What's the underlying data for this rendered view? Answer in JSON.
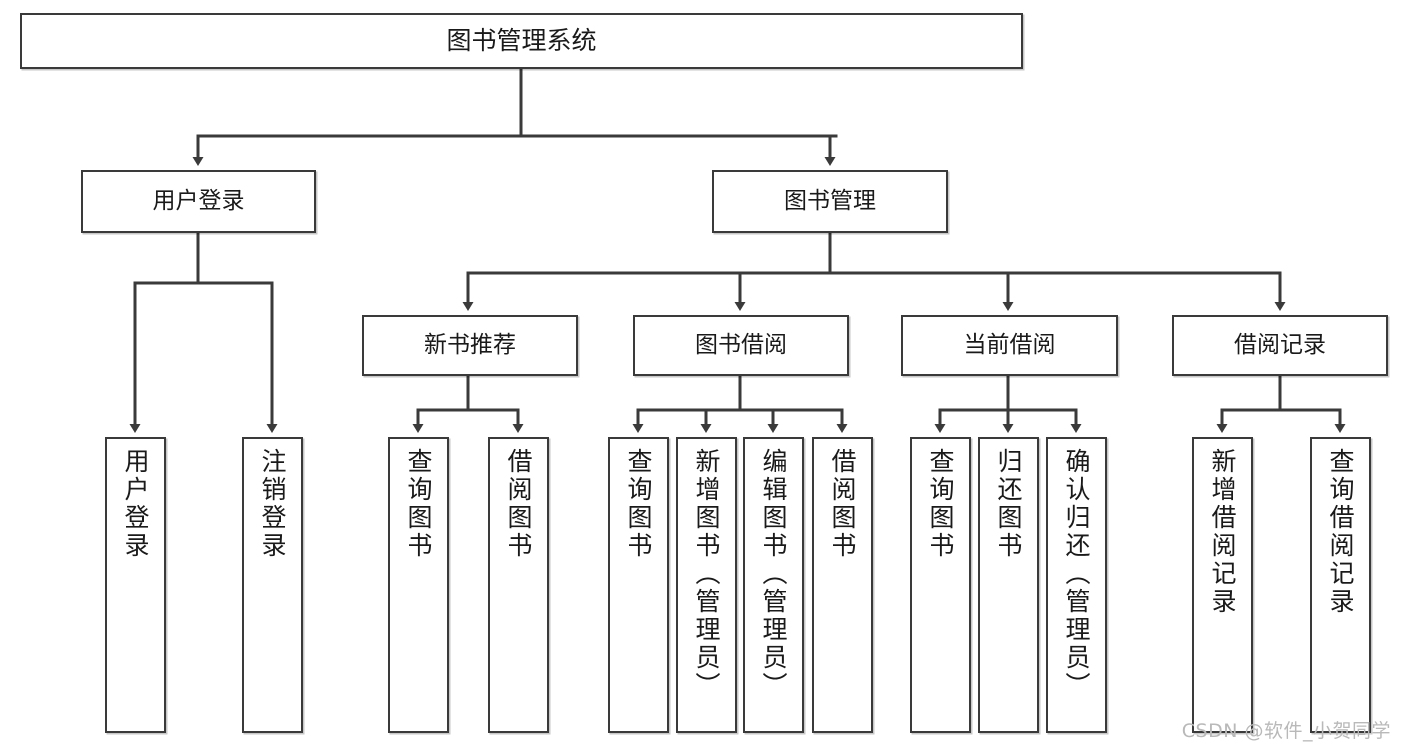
{
  "diagram": {
    "type": "tree",
    "title": "图书管理系统",
    "colors": {
      "node_border": "#3a3a3a",
      "node_fill": "#ffffff",
      "edge": "#3a3a3a",
      "text": "#1a1a1a",
      "watermark": "#b9b9b9"
    },
    "root": {
      "label": "图书管理系统"
    },
    "level2": [
      {
        "label": "用户登录"
      },
      {
        "label": "图书管理"
      }
    ],
    "level3": [
      {
        "label": "新书推荐"
      },
      {
        "label": "图书借阅"
      },
      {
        "label": "当前借阅"
      },
      {
        "label": "借阅记录"
      }
    ],
    "leaves": [
      {
        "label": "用户登录",
        "parent": "用户登录"
      },
      {
        "label": "注销登录",
        "parent": "用户登录"
      },
      {
        "label": "查询图书",
        "parent": "新书推荐"
      },
      {
        "label": "借阅图书",
        "parent": "新书推荐"
      },
      {
        "label": "查询图书",
        "parent": "图书借阅"
      },
      {
        "label": "新增图书（管理员）",
        "parent": "图书借阅"
      },
      {
        "label": "编辑图书（管理员）",
        "parent": "图书借阅"
      },
      {
        "label": "借阅图书",
        "parent": "图书借阅"
      },
      {
        "label": "查询图书",
        "parent": "当前借阅"
      },
      {
        "label": "归还图书",
        "parent": "当前借阅"
      },
      {
        "label": "确认归还（管理员）",
        "parent": "当前借阅"
      },
      {
        "label": "新增借阅记录",
        "parent": "借阅记录"
      },
      {
        "label": "查询借阅记录",
        "parent": "借阅记录"
      }
    ]
  },
  "watermark": {
    "text": "CSDN @软件_小贺同学"
  }
}
